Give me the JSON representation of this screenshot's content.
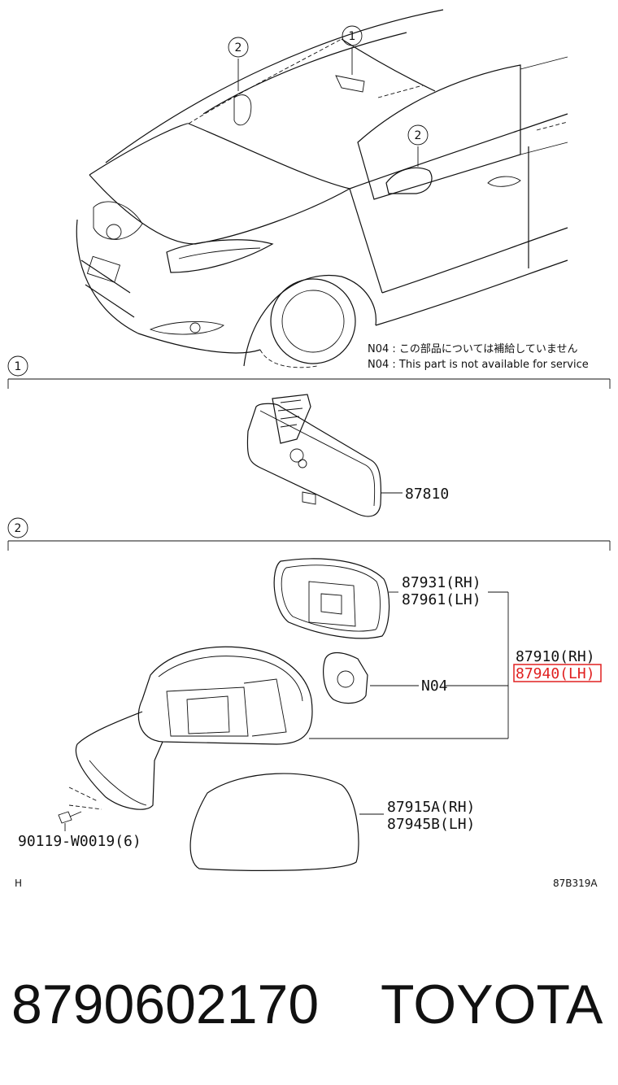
{
  "callouts": {
    "one": "1",
    "two": "2"
  },
  "notes": {
    "n04_jp": "N04 :  この部品については補給していません",
    "n04_en": "N04 :  This part is not available for service"
  },
  "parts": {
    "inner_mirror": "87810",
    "mirror_outer_rh": "87931(RH)",
    "mirror_outer_lh": "87961(LH)",
    "mirror_assy_rh": "87910(RH)",
    "mirror_assy_lh": "87940(LH)",
    "motor": "N04",
    "cover_rh": "87915A(RH)",
    "cover_lh": "87945B(LH)",
    "screw": "90119-W0019(6)"
  },
  "corner": {
    "left": "H",
    "right": "87B319A"
  },
  "footer": {
    "part_number": "8790602170",
    "brand": "TOYOTA"
  },
  "colors": {
    "highlight": "#e02020"
  }
}
